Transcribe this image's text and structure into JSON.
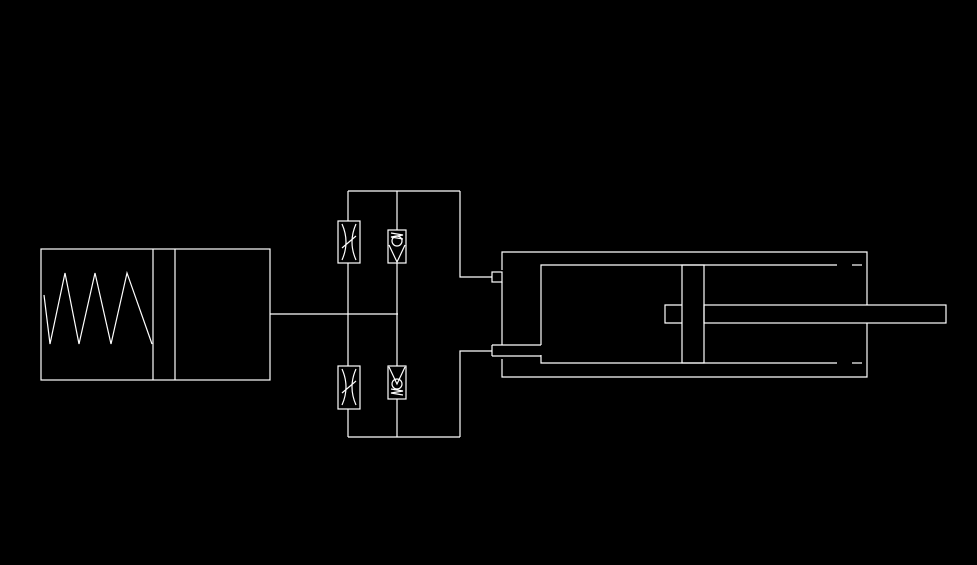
{
  "colors": {
    "background": "#000000",
    "stroke": "#ffffff"
  },
  "components": [
    {
      "id": "spring-accumulator",
      "symbol": "spring-cylinder-icon"
    },
    {
      "id": "throttle-valve-upper",
      "symbol": "throttle-valve-icon"
    },
    {
      "id": "check-valve-upper",
      "symbol": "spring-check-valve-icon"
    },
    {
      "id": "throttle-valve-lower",
      "symbol": "throttle-valve-icon"
    },
    {
      "id": "check-valve-lower",
      "symbol": "spring-check-valve-icon"
    },
    {
      "id": "double-acting-cylinder",
      "symbol": "double-acting-cylinder-icon"
    }
  ]
}
